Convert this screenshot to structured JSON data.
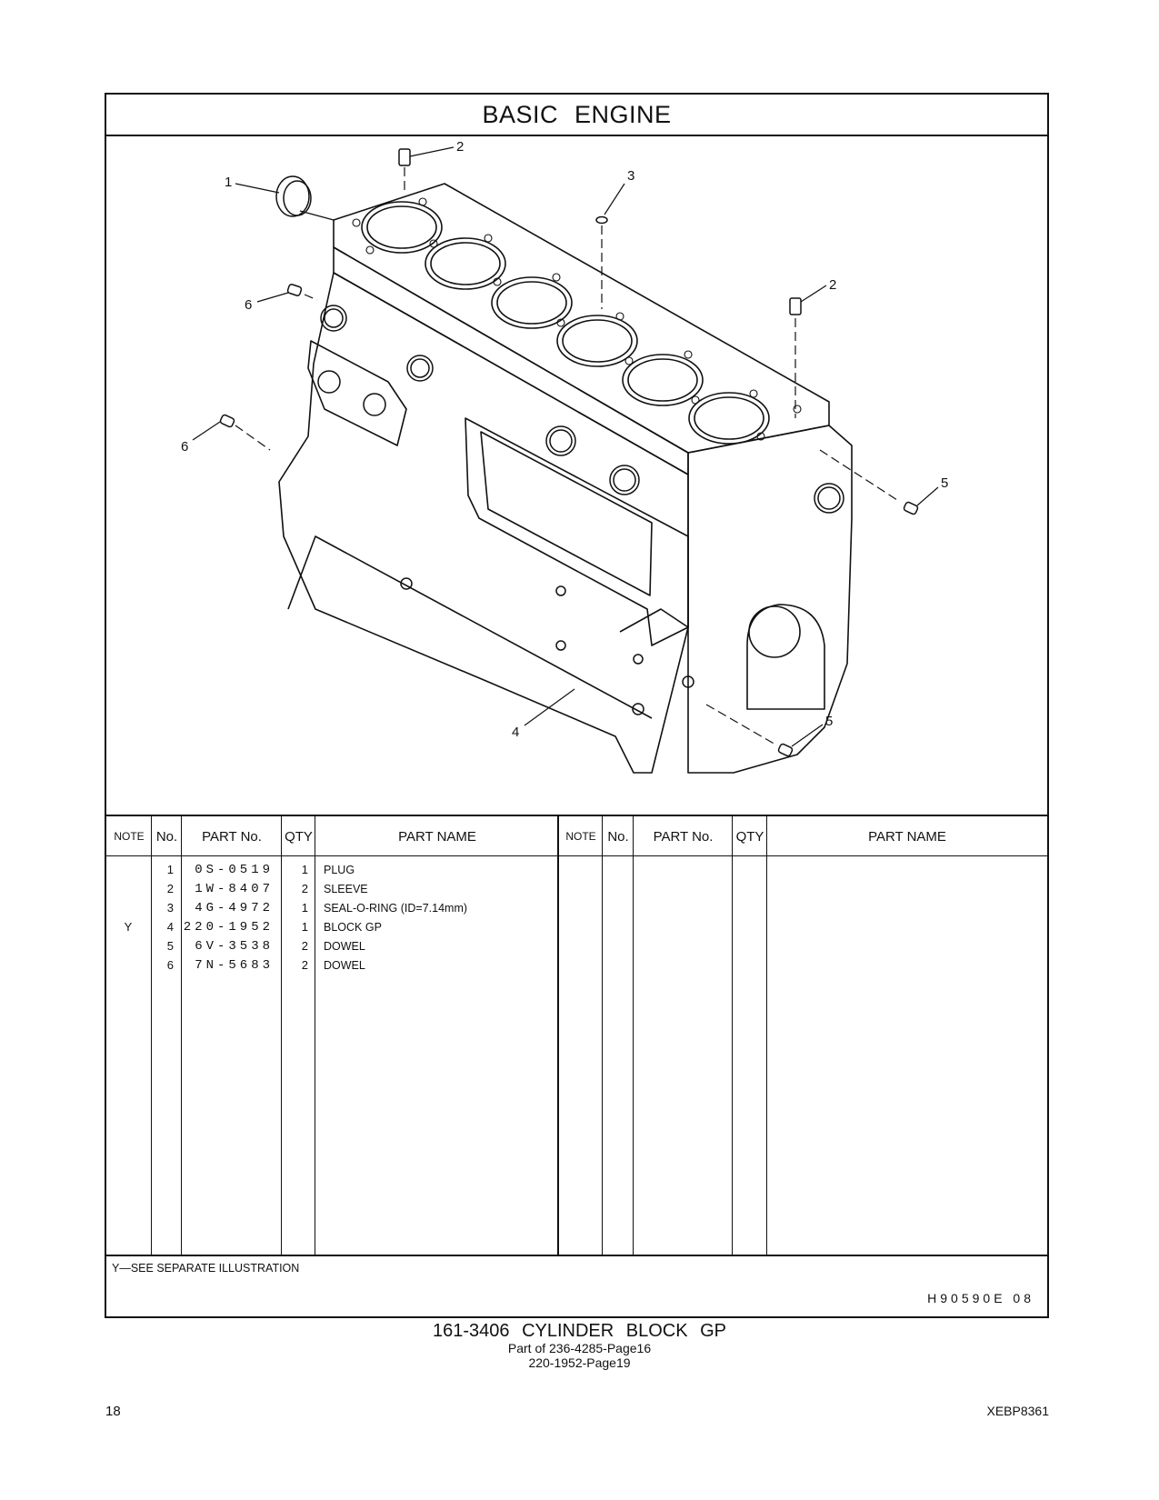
{
  "header": {
    "title": "BASIC   ENGINE"
  },
  "callouts": [
    "1",
    "2",
    "3",
    "2",
    "6",
    "6",
    "5",
    "4",
    "5"
  ],
  "table": {
    "headers": {
      "note": "NOTE",
      "no": "No.",
      "part_no": "PART No.",
      "qty": "QTY",
      "part_name": "PART NAME",
      "note2": "NOTE",
      "no2": "No.",
      "part_no2": "PART No.",
      "qty2": "QTY",
      "part_name2": "PART NAME"
    },
    "rows": [
      {
        "note": "",
        "no": "1",
        "part_no": "0S-0519",
        "qty": "1",
        "name": "PLUG"
      },
      {
        "note": "",
        "no": "2",
        "part_no": "1W-8407",
        "qty": "2",
        "name": "SLEEVE"
      },
      {
        "note": "",
        "no": "3",
        "part_no": "4G-4972",
        "qty": "1",
        "name": "SEAL-O-RING (ID=7.14mm)"
      },
      {
        "note": "Y",
        "no": "4",
        "part_no": "220-1952",
        "qty": "1",
        "name": "BLOCK  GP"
      },
      {
        "note": "",
        "no": "5",
        "part_no": "6V-3538",
        "qty": "2",
        "name": "DOWEL"
      },
      {
        "note": "",
        "no": "6",
        "part_no": "7N-5683",
        "qty": "2",
        "name": "DOWEL"
      }
    ]
  },
  "footnote": "Y—SEE  SEPARATE  ILLUSTRATION",
  "ref_code": "H90590E   08",
  "caption": {
    "main": "161-3406  CYLINDER  BLOCK  GP",
    "line2": "Part of 236-4285-Page16",
    "line3": "220-1952-Page19"
  },
  "page_number": "18",
  "doc_id": "XEBP8361"
}
